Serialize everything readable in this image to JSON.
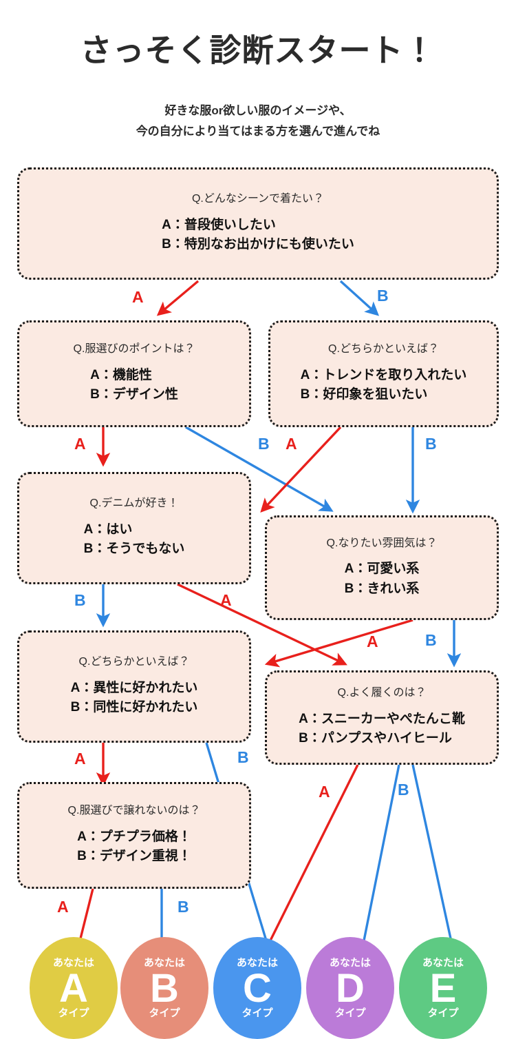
{
  "header": {
    "title": "さっそく診断スタート！",
    "subtitle_line1": "好きな服or欲しい服のイメージや、",
    "subtitle_line2": "今の自分により当てはまる方を選んで進んでね"
  },
  "questions": [
    {
      "id": "q1",
      "title": "Q.どんなシーンで着たい？",
      "option_a": "A：普段使いしたい",
      "option_b": "B：特別なお出かけにも使いたい"
    },
    {
      "id": "q2",
      "title": "Q.服選びのポイントは？",
      "option_a": "A：機能性",
      "option_b": "B：デザイン性"
    },
    {
      "id": "q3",
      "title": "Q.どちらかといえば？",
      "option_a": "A：トレンドを取り入れたい",
      "option_b": "B：好印象を狙いたい"
    },
    {
      "id": "q4",
      "title": "Q.デニムが好き！",
      "option_a": "A：はい",
      "option_b": "B：そうでもない"
    },
    {
      "id": "q5",
      "title": "Q.なりたい雰囲気は？",
      "option_a": "A：可愛い系",
      "option_b": "B：きれい系"
    },
    {
      "id": "q6",
      "title": "Q.どちらかといえば？",
      "option_a": "A：異性に好かれたい",
      "option_b": "B：同性に好かれたい"
    },
    {
      "id": "q7",
      "title": "Q.よく履くのは？",
      "option_a": "A：スニーカーやぺたんこ靴",
      "option_b": "B：パンプスやハイヒール"
    },
    {
      "id": "q8",
      "title": "Q.服選びで譲れないのは？",
      "option_a": "A：プチプラ価格！",
      "option_b": "B：デザイン重視！"
    }
  ],
  "branch_labels": {
    "q1_a": "A",
    "q1_b": "B",
    "q2_a": "A",
    "q2_b": "B",
    "q3_a": "A",
    "q3_b": "B",
    "q4_a": "A",
    "q4_b": "B",
    "q5_a": "A",
    "q5_b": "B",
    "q6_a": "A",
    "q6_b": "B",
    "q7_a": "A",
    "q7_b": "B",
    "q8_a": "A",
    "q8_b": "B"
  },
  "results": [
    {
      "prefix": "あなたは",
      "letter": "A",
      "suffix": "タイプ",
      "color": "#E0CC44"
    },
    {
      "prefix": "あなたは",
      "letter": "B",
      "suffix": "タイプ",
      "color": "#E68E79"
    },
    {
      "prefix": "あなたは",
      "letter": "C",
      "suffix": "タイプ",
      "color": "#4A96EE"
    },
    {
      "prefix": "あなたは",
      "letter": "D",
      "suffix": "タイプ",
      "color": "#BB7BD8"
    },
    {
      "prefix": "あなたは",
      "letter": "E",
      "suffix": "タイプ",
      "color": "#5ECA83"
    }
  ],
  "colors": {
    "answer_a": "#E8201C",
    "answer_b": "#2E86E0",
    "box_fill": "#FBEAE2",
    "box_border": "#1a1a1a",
    "text": "#2b2b2b"
  }
}
